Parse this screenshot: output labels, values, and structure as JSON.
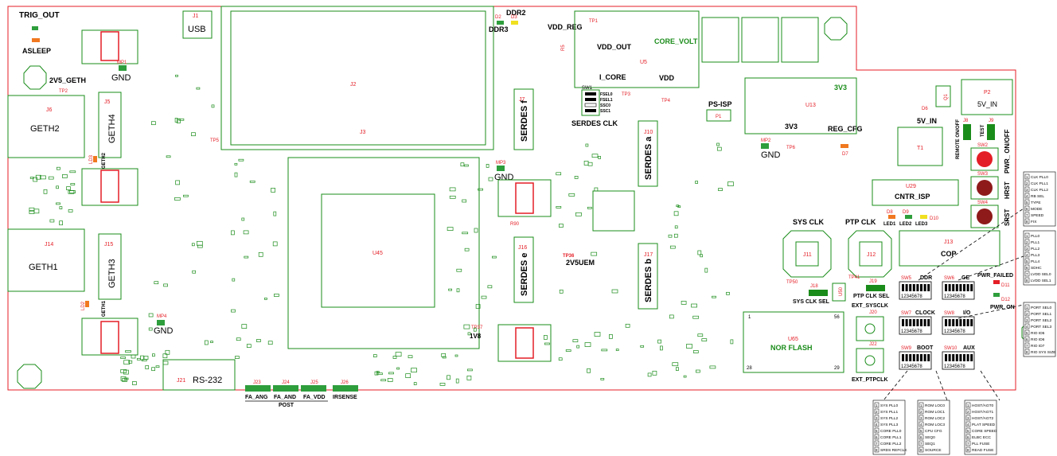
{
  "board": {
    "top_labels": {
      "trig_out": "TRIG_OUT",
      "asleep": "ASLEEP",
      "usb": "USB",
      "j1": "J1",
      "ddr2": "DDR2",
      "ddr3": "DDR3",
      "d2": "D2",
      "d3": "D3",
      "vdd_reg": "VDD_REG",
      "tp1": "TP1",
      "vdd_out": "VDD_OUT",
      "core_volt": "CORE_VOLT",
      "u5": "U5",
      "r5": "R5",
      "i_core": "I_CORE",
      "tp3": "TP3",
      "vdd": "VDD",
      "tp4": "TP4",
      "j2": "J2",
      "j3": "J3"
    },
    "left_labels": {
      "mp1": "MP1",
      "gnd1": "GND",
      "v2v5_geth": "2V5_GETH",
      "tp2": "TP2",
      "j6": "J6",
      "geth2": "GETH2",
      "j5": "J5",
      "geth4": "GETH4",
      "tp5": "TP5",
      "ld3": "LD3",
      "geth2_v": "GETH2",
      "j14": "J14",
      "geth1": "GETH1",
      "j15": "J15",
      "geth3": "GETH3",
      "ld2": "LD2",
      "geth1_v": "GETH1",
      "mp4": "MP4",
      "gnd4": "GND",
      "j21": "J21",
      "rs232": "RS-232"
    },
    "bottom_labels": {
      "j23": "J23",
      "j24": "J24",
      "j25": "J25",
      "j26": "J26",
      "fa_ang": "FA_ANG",
      "fa_and": "FA_AND",
      "fa_vdd": "FA_VDD",
      "irsense": "IRSENSE",
      "post": "POST"
    },
    "mid_labels": {
      "j7": "J7",
      "serdes_f": "SERDES f",
      "sw1": "SW1",
      "fsel0": "FSEL0",
      "fsel1": "FSEL1",
      "ssc0": "SSC0",
      "ssc1": "SSC1",
      "serdes_clk": "SERDES CLK",
      "mp3": "MP3",
      "gnd3": "GND",
      "u45": "U45",
      "r90": "R90",
      "tp36": "TP36",
      "v2v5_uem": "2V5UEM",
      "j16": "J16",
      "serdes_e": "SERDES e",
      "tp37": "TP37",
      "v1v8": "1V8",
      "j10": "J10",
      "serdes_a": "SERDES a",
      "j17": "J17",
      "serdes_b": "SERDES b"
    },
    "right_labels": {
      "ps_isp": "PS-ISP",
      "p1": "P1",
      "u13": "U13",
      "v3v3": "3V3",
      "v3v3b": "3V3",
      "tp6": "TP6",
      "reg_cfg": "REG_CFG",
      "d7": "D7",
      "mp2": "MP2",
      "gnd2": "GND",
      "q1": "Q1",
      "p2": "P2",
      "v5_in": "5V_IN",
      "d6": "D6",
      "v5_in2": "5V_IN",
      "remote_onoff": "REMOTE ON/OFF",
      "test": "TEST",
      "j8": "J8",
      "j9": "J9",
      "sw2": "SW2",
      "pwr_onoff": "PWR_ ON/OFF",
      "t1": "T1",
      "u29": "U29",
      "cntr_isp": "CNTR_ISP",
      "sw3": "SW3",
      "hrst": "HRST",
      "sw4": "SW4",
      "srst": "SRST",
      "d8": "D8",
      "d9": "D9",
      "d10": "D10",
      "led1": "LED1",
      "led2": "LED2",
      "led3": "LED3",
      "sys_clk": "SYS CLK",
      "ptp_clk": "PTP CLK",
      "j11": "J11",
      "j12": "J12",
      "j13": "J13",
      "cop": "COP",
      "tp50": "TP50",
      "j18": "J18",
      "sys_clk_sel": "SYS CLK SEL",
      "u50": "U50",
      "tp41": "TP41",
      "j19": "J19",
      "ptp_clk_sel": "PTP CLK SEL",
      "ext_sysclk": "EXT_SYSCLK",
      "j20": "J20",
      "j22": "J22",
      "ext_ptpclk": "EXT_PTPCLK",
      "u65": "U65",
      "nor_flash": "NOR FLASH",
      "pin1": "1",
      "pin56": "56",
      "pin28": "28",
      "pin29": "29"
    },
    "switches": {
      "sw5": "SW5",
      "ddr": "DDR",
      "sw6": "SW6",
      "ge": "GE",
      "sw7": "SW7",
      "clock": "CLOCK",
      "sw8": "SW8",
      "io": "I/O",
      "sw9": "SW9",
      "boot": "BOOT",
      "sw10": "SW10",
      "aux": "AUX",
      "pwr_failed": "PWR_FAILED",
      "d11": "D11",
      "d12": "D12",
      "pwr_on": "PWR_ON",
      "nums": "12345678"
    },
    "legends": {
      "sw5_list": [
        "CLK PLL0",
        "CLK PLL1",
        "CLK PLL2",
        "RB SEL",
        "TYPE",
        "MODE",
        "SPEED",
        "FIX"
      ],
      "sw6_list": [
        "PLL0",
        "PLL1",
        "PLL2",
        "PLL3",
        "PLL4",
        "SDHC",
        "LVDD SEL0",
        "LVDD SEL1"
      ],
      "sw8_list": [
        "PORT SEL0",
        "PORT SEL1",
        "PORT SEL2",
        "PORT SEL3",
        "RIO ID5",
        "RIO ID6",
        "RIO ID7",
        "RIO SYS SIZE"
      ],
      "sw7_list": [
        "SYS PLL0",
        "SYS PLL1",
        "SYS PLL2",
        "SYS PLL3",
        "CORE PLL0",
        "CORE PLL1",
        "CORE PLL2",
        "SRDS REFCLK"
      ],
      "sw9_list": [
        "ROM LOC0",
        "ROM LOC1",
        "ROM LOC2",
        "ROM LOC3",
        "CPU CFG",
        "SEQ0",
        "SEQ1",
        "SOURCE"
      ],
      "sw10_list": [
        "HOST/AGT0",
        "HOST/AGT1",
        "HOST/AGT2",
        "PLAT SPEED",
        "CORE SPEED",
        "ELBC ECC",
        "PLL FUSE",
        "READ FUSE"
      ]
    },
    "colors": {
      "outline": "#e41e26",
      "silk": "#1a8c1a",
      "text": "#000000",
      "led_green": "#2e9e3c",
      "led_orange": "#f07820",
      "led_yellow": "#f0e020",
      "led_red": "#e41e26",
      "button_red": "#e41e26",
      "button_dark": "#8e1a1a"
    }
  }
}
